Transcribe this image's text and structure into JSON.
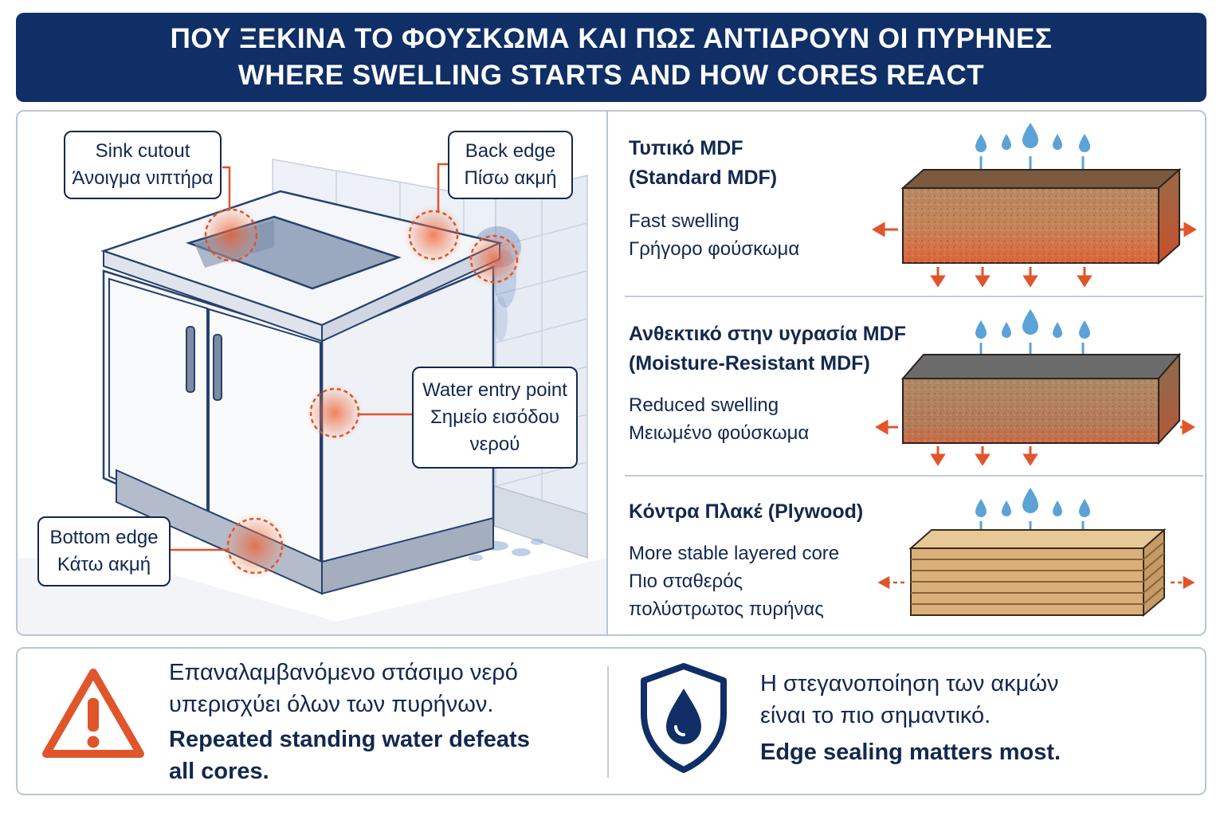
{
  "header": {
    "title_el": "ΠΟΥ ΞΕΚΙΝΑ ΤΟ ΦΟΥΣΚΩΜΑ ΚΑΙ ΠΩΣ ΑΝΤΙΔΡΟΥΝ ΟΙ ΠΥΡΗΝΕΣ",
    "title_en": "WHERE SWELLING STARTS AND HOW CORES REACT"
  },
  "cabinet": {
    "callouts": {
      "sink": {
        "en": "Sink cutout",
        "el": "Άνοιγμα νιπτήρα"
      },
      "back": {
        "en": "Back edge",
        "el": "Πίσω ακμή"
      },
      "entry": {
        "en": "Water entry point",
        "el1": "Σημείο εισόδου",
        "el2": "νερού"
      },
      "bottom": {
        "en": "Bottom edge",
        "el": "Κάτω ακμή"
      }
    }
  },
  "cores": [
    {
      "title_el": "Τυπικό MDF",
      "title_en": "(Standard MDF)",
      "desc_en": "Fast swelling",
      "desc_el": "Γρήγορο φούσκωμα"
    },
    {
      "title_el": "Ανθεκτικό στην υγρασία MDF",
      "title_en": "(Moisture-Resistant MDF)",
      "desc_en": "Reduced swelling",
      "desc_el": "Μειωμένο φούσκωμα"
    },
    {
      "title": "Κόντρα Πλακέ (Plywood)",
      "desc_en": "More stable layered core",
      "desc_el1": "Πιο σταθερός",
      "desc_el2": "πολύστρωτος πυρήνας"
    }
  ],
  "bottom": {
    "left": {
      "el1": "Επαναλαμβανόμενο στάσιμο νερό",
      "el2": "υπερισχύει όλων των πυρήνων.",
      "en1": "Repeated standing water defeats",
      "en2": "all cores."
    },
    "right": {
      "el1": "Η στεγανοποίηση των ακμών",
      "el2": "είναι το πιο σημαντικό.",
      "en1": "Edge sealing matters most."
    }
  },
  "colors": {
    "navy": "#0f2f66",
    "accent_orange": "#e0552a",
    "water_blue": "#5ba3d6",
    "panel_border": "#b9c6d3"
  },
  "icons": [
    "warning-triangle-icon",
    "shield-water-drop-icon",
    "water-drop-icon",
    "arrow-icon"
  ]
}
